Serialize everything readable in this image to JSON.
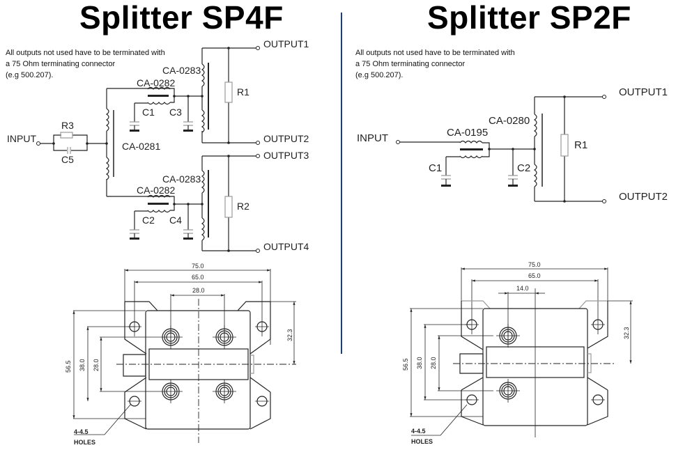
{
  "sp4f": {
    "title": "Splitter SP4F",
    "note_lines": [
      "All outputs not used have to be terminated with",
      "a 75 Ohm terminating connector",
      "(e.g 500.207)."
    ],
    "schematic": {
      "input": "INPUT",
      "outputs": [
        "OUTPUT1",
        "OUTPUT2",
        "OUTPUT3",
        "OUTPUT4"
      ],
      "transformers": {
        "main": "CA-0281",
        "top_choke": "CA-0282",
        "bottom_choke": "CA-0282",
        "top_splitter": "CA-0283",
        "bottom_splitter": "CA-0283"
      },
      "resistors": [
        "R1",
        "R2",
        "R3"
      ],
      "capacitors": [
        "C1",
        "C2",
        "C3",
        "C4",
        "C5"
      ]
    },
    "drawing": {
      "dims": {
        "overall_width": "75.0",
        "hole_spacing": "65.0",
        "connector_spacing": "28.0",
        "overall_height": "56.5",
        "hole_vertical": "38.0",
        "connector_vertical": "28.0",
        "center_offset": "32.3"
      },
      "holes_label": [
        "4-4.5",
        "HOLES"
      ]
    }
  },
  "sp2f": {
    "title": "Splitter SP2F",
    "note_lines": [
      "All outputs not used have to be terminated with",
      "a 75 Ohm terminating connector",
      "(e.g 500.207)."
    ],
    "schematic": {
      "input": "INPUT",
      "outputs": [
        "OUTPUT1",
        "OUTPUT2"
      ],
      "transformers": {
        "choke": "CA-0195",
        "splitter": "CA-0280"
      },
      "resistors": [
        "R1"
      ],
      "capacitors": [
        "C1",
        "C2"
      ]
    },
    "drawing": {
      "dims": {
        "overall_width": "75.0",
        "hole_spacing": "65.0",
        "connector_offset": "14.0",
        "overall_height": "56.5",
        "hole_vertical": "38.0",
        "connector_vertical": "28.0",
        "center_offset": "32.3"
      },
      "holes_label": [
        "4-4.5",
        "HOLES"
      ]
    }
  },
  "colors": {
    "divider": "#1a3d8c"
  }
}
